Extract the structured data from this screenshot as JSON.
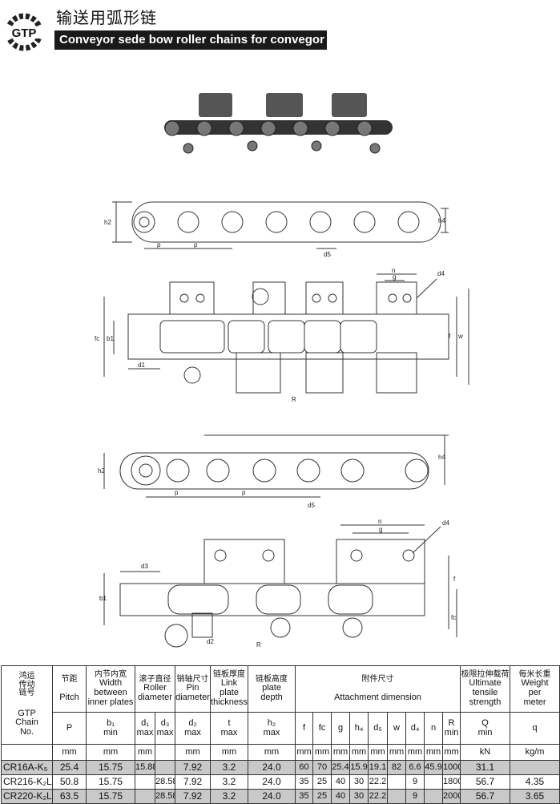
{
  "header": {
    "logo_text": "GTP",
    "title_cn": "输送用弧形链",
    "title_en": "Conveyor sede bow roller chains for convegor"
  },
  "drawing1": {
    "side": {
      "h2": "h2",
      "h4": "h4",
      "p1": "p",
      "p2": "p",
      "d5": "d5"
    },
    "top": {
      "n": "n",
      "g": "g",
      "d4": "d4",
      "fc": "fc",
      "b1": "b1",
      "d1": "d1",
      "f": "f",
      "w": "w",
      "R": "R"
    }
  },
  "drawing2": {
    "side": {
      "h2": "h2",
      "h4": "h4",
      "p1": "p",
      "p2": "p",
      "d5": "d5"
    },
    "top": {
      "n": "n",
      "g": "g",
      "d4": "d4",
      "d3": "d3",
      "b1": "b1",
      "d2": "d2",
      "R": "R",
      "f": "f",
      "fc": "fc"
    }
  },
  "table": {
    "headers": {
      "chain_cn": "鸿运\n传动\n链号",
      "chain_en": "GTP\nChain\nNo.",
      "pitch_cn": "节距",
      "pitch_en": "Pitch",
      "width_cn": "内节内宽",
      "width_en": "Width\nbetween\ninner plates",
      "roller_cn": "滚子直径",
      "roller_en": "Roller\ndiameter",
      "pin_cn": "销轴尺寸",
      "pin_en": "Pin\ndiameter",
      "link_cn": "链板厚度",
      "link_en": "Link\nplate\nthickness",
      "depth_cn": "链板高度",
      "depth_en": "plate\ndepth",
      "attach_cn": "附件尺寸",
      "attach_en": "Attachment dimension",
      "tensile_cn": "极限拉伸载荷",
      "tensile_en": "Ultimate\ntensile\nstrength",
      "weight_cn": "每米长重",
      "weight_en": "Weight\nper\nmeter"
    },
    "symbols": [
      "P",
      "b₁\nmin",
      "d₁\nmax",
      "d₃\nmax",
      "d₂\nmax",
      "t\nmax",
      "h₂\nmax",
      "f",
      "fc",
      "g",
      "h₄",
      "d₅",
      "w",
      "d₄",
      "n",
      "R\nmin",
      "Q\nmin",
      "q"
    ],
    "units": [
      "mm",
      "mm",
      "mm",
      "",
      "mm",
      "mm",
      "mm",
      "mm",
      "mm",
      "mm",
      "mm",
      "mm",
      "mm",
      "mm",
      "mm",
      "mm",
      "kN",
      "kg/m"
    ],
    "rows": [
      {
        "chain": "CR16A-K₅",
        "cells": [
          "25.4",
          "15.75",
          "15.88",
          "",
          "7.92",
          "3.2",
          "24.0",
          "60",
          "70",
          "25.4",
          "15.9",
          "19.1",
          "82",
          "6.6",
          "45.9",
          "1000",
          "31.1",
          ""
        ]
      },
      {
        "chain": "CR216-K₂L",
        "cells": [
          "50.8",
          "15.75",
          "",
          "28.58",
          "7.92",
          "3.2",
          "24.0",
          "35",
          "25",
          "40",
          "30",
          "22.2",
          "",
          "9",
          "",
          "1800",
          "56.7",
          "4.35"
        ]
      },
      {
        "chain": "CR220-K₂L",
        "cells": [
          "63.5",
          "15.75",
          "",
          "28.58",
          "7.92",
          "3.2",
          "24.0",
          "35",
          "25",
          "40",
          "30",
          "22.2",
          "",
          "9",
          "",
          "2000",
          "56.7",
          "3.65"
        ]
      }
    ]
  }
}
